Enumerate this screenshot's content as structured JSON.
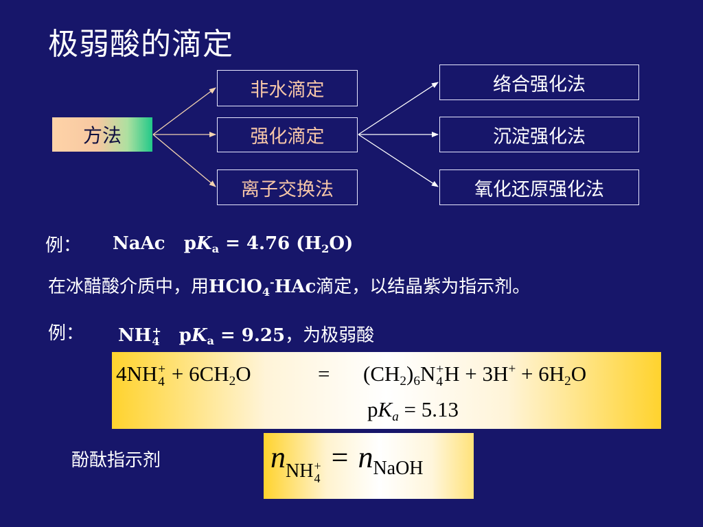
{
  "title": "极弱酸的滴定",
  "method_label": "方法",
  "branches": [
    {
      "label": "非水滴定"
    },
    {
      "label": "强化滴定"
    },
    {
      "label": "离子交换法"
    }
  ],
  "enhancements": [
    {
      "label": "络合强化法"
    },
    {
      "label": "沉淀强化法"
    },
    {
      "label": "氧化还原强化法"
    }
  ],
  "colors": {
    "background": "#17166a",
    "branch_text": "#f7c7a8",
    "arrow": "#f3d3b0"
  },
  "example1": {
    "prefix": "例：",
    "compound": "NaAc",
    "pka_p": "p",
    "pka_K": "K",
    "pka_a": "a",
    "pka_value": " = 4.76 (H",
    "pka_sub": "2",
    "pka_end": "O)"
  },
  "example1_desc": {
    "text1": "在冰醋酸介质中，用",
    "formula1": "HClO",
    "sub": "4",
    "sup": "-",
    "formula2": "HAc",
    "text2": "滴定，以结晶紫为指示剂。"
  },
  "example2": {
    "prefix": "例：",
    "compound": "NH",
    "compound_sub": "4",
    "compound_sup": "+",
    "pka_p": "p",
    "pka_K": "K",
    "pka_a": "a",
    "pka_value": " = 9.25",
    "suffix": "，为极弱酸"
  },
  "equation": {
    "l1": "4NH",
    "l1_sup": "+",
    "l1_sub": "4",
    "l2": " + 6CH",
    "l2_sub": "2",
    "l3": "O",
    "eq": "=",
    "r1": "(CH",
    "r1_sub": "2",
    "r2": ")",
    "r2_sub": "6",
    "r3": "N",
    "r3_sup": "+",
    "r3_sub": "4",
    "r4": "H + 3H",
    "r4_sup": "+",
    "r5": " + 6H",
    "r5_sub": "2",
    "r6": "O",
    "pka_p": "p",
    "pka_K": "K",
    "pka_a": "a",
    "pka_value": " = 5.13"
  },
  "indicator_label": "酚酞指示剂",
  "relation": {
    "n1": "n",
    "n1_sub": "NH",
    "n1_sup": "+",
    "n1_sub2": "4",
    "eq": "=",
    "n2": "n",
    "n2_sub": "NaOH"
  }
}
